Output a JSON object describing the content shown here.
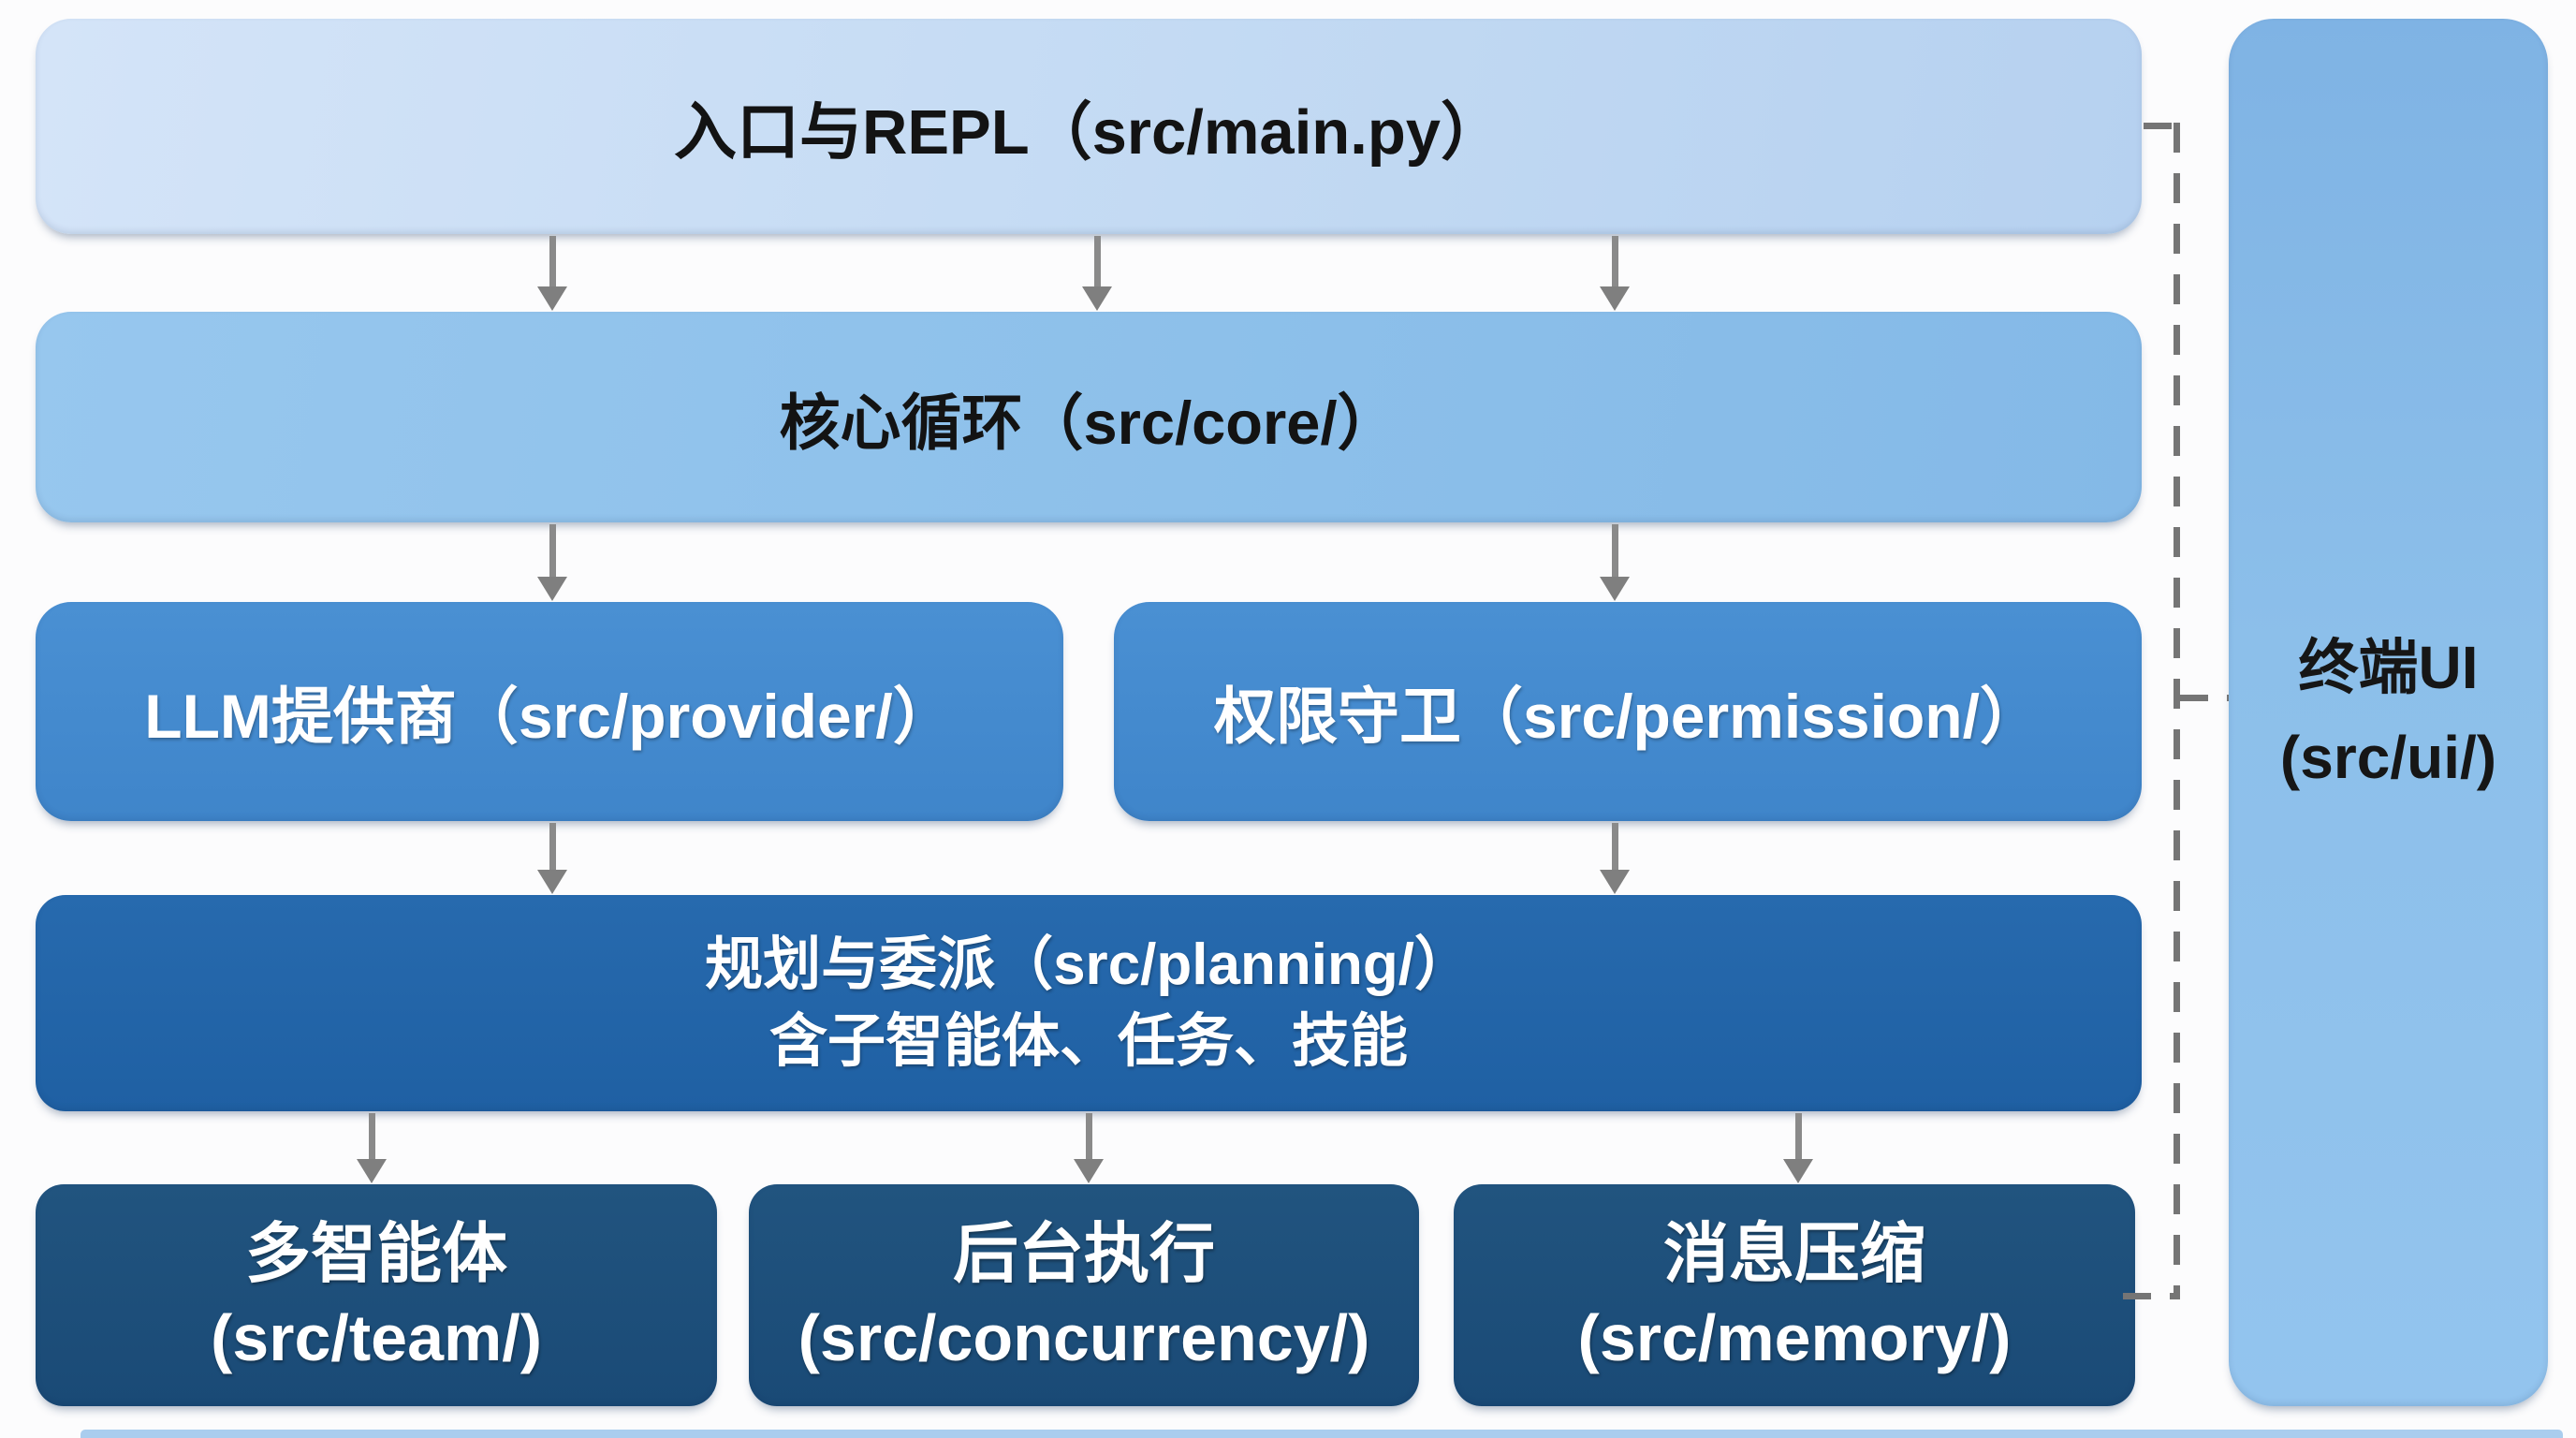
{
  "diagram": {
    "kind": "architecture-flow-diagram",
    "background_color": "#fcfcfd",
    "nodes": {
      "entry": {
        "label": "入口与REPL（src/main.py）",
        "fill": "#c5daf3",
        "text_color": "#131313"
      },
      "core": {
        "label": "核心循环（src/core/）",
        "fill": "#8dc0ea",
        "text_color": "#131313"
      },
      "provider": {
        "label": "LLM提供商（src/provider/）",
        "fill": "#4489ce",
        "text_color": "#ffffff"
      },
      "permission": {
        "label": "权限守卫（src/permission/）",
        "fill": "#4489ce",
        "text_color": "#ffffff"
      },
      "planning": {
        "line1": "规划与委派（src/planning/）",
        "line2": "含子智能体、任务、技能",
        "fill": "#2366a9",
        "text_color": "#ffffff"
      },
      "team": {
        "line1": "多智能体",
        "line2": "(src/team/)",
        "fill": "#1d4e7c",
        "text_color": "#ffffff"
      },
      "concurrency": {
        "line1": "后台执行",
        "line2": "(src/concurrency/)",
        "fill": "#1d4e7c",
        "text_color": "#ffffff"
      },
      "memory": {
        "line1": "消息压缩",
        "line2": "(src/memory/)",
        "fill": "#1d4e7c",
        "text_color": "#ffffff"
      },
      "terminal_ui": {
        "line1": "终端UI",
        "line2": "(src/ui/)",
        "fill": "#89bce9",
        "text_color": "#161616"
      }
    },
    "edges": {
      "solid_arrows": [
        "entry->core (x3)",
        "core->provider",
        "core->permission",
        "provider->planning",
        "permission->planning",
        "planning->team",
        "planning->concurrency",
        "planning->memory"
      ],
      "dashed_links": [
        "entry--terminal_ui",
        "terminal_ui--side-line",
        "memory--terminal_ui"
      ],
      "arrow_color": "#858585",
      "dashed_color": "#757575"
    }
  }
}
